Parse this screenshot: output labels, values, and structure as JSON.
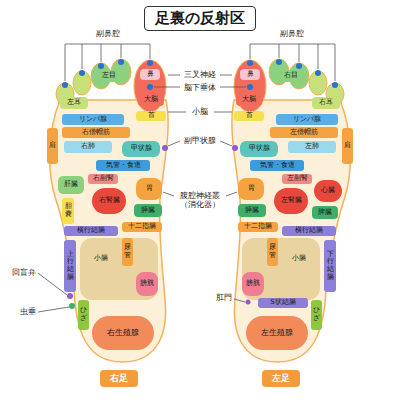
{
  "diagram": {
    "title": "足裏の反射区",
    "nodes": [
      {
        "text": [
          "鼻"
        ]
      },
      {
        "text": [
          "左目"
        ]
      },
      {
        "text": [
          "左耳"
        ]
      },
      {
        "text": [
          "大脳"
        ]
      },
      {
        "text": [
          "首"
        ]
      },
      {
        "text": [
          "リンパ腺"
        ]
      },
      {
        "text": [
          "右僧帽筋"
        ]
      },
      {
        "text": [
          "肩"
        ]
      },
      {
        "text": [
          "右肺"
        ]
      },
      {
        "text": [
          "甲状腺"
        ]
      },
      {
        "text": [
          "気管・食道"
        ]
      },
      {
        "text": [
          "右副腎"
        ]
      },
      {
        "text": [
          "肝臓"
        ]
      },
      {
        "text": [
          "右腎臓"
        ]
      },
      {
        "text": [
          "胃"
        ]
      },
      {
        "text": [
          "胆嚢"
        ]
      },
      {
        "text": [
          "膵臓"
        ]
      },
      {
        "text": [
          "横行結腸"
        ]
      },
      {
        "text": [
          "十二指腸"
        ]
      },
      {
        "text": [
          "上行結腸"
        ]
      },
      {
        "text": [
          "尿管"
        ]
      },
      {
        "text": [
          "小腸"
        ]
      },
      {
        "text": [
          "膀胱"
        ]
      },
      {
        "text": [
          "ひざ"
        ]
      },
      {
        "text": [
          "右生殖腺"
        ]
      },
      {
        "text": [
          "右足"
        ]
      },
      {
        "text": [
          "鼻"
        ]
      },
      {
        "text": [
          "右目"
        ]
      },
      {
        "text": [
          "右耳"
        ]
      },
      {
        "text": [
          "大脳"
        ]
      },
      {
        "text": [
          "首"
        ]
      },
      {
        "text": [
          "リンパ腺"
        ]
      },
      {
        "text": [
          "左僧帽筋"
        ]
      },
      {
        "text": [
          "肩"
        ]
      },
      {
        "text": [
          "左肺"
        ]
      },
      {
        "text": [
          "甲状腺"
        ]
      },
      {
        "text": [
          "気管・食道"
        ]
      },
      {
        "text": [
          "左副腎"
        ]
      },
      {
        "text": [
          "心臓"
        ]
      },
      {
        "text": [
          "左腎臓"
        ]
      },
      {
        "text": [
          "胃"
        ]
      },
      {
        "text": [
          "脾臓"
        ]
      },
      {
        "text": [
          "膵臓"
        ]
      },
      {
        "text": [
          "横行結腸"
        ]
      },
      {
        "text": [
          "十二指腸"
        ]
      },
      {
        "text": [
          "下行結腸"
        ]
      },
      {
        "text": [
          "尿管"
        ]
      },
      {
        "text": [
          "小腸"
        ]
      },
      {
        "text": [
          "S状結腸"
        ]
      },
      {
        "text": [
          "膀胱"
        ]
      },
      {
        "text": [
          "ひざ"
        ]
      },
      {
        "text": [
          "左生殖腺"
        ]
      },
      {
        "text": [
          "左足"
        ]
      }
    ],
    "labels": [
      "副鼻腔",
      "副鼻腔",
      "三叉神経",
      "脳下垂体",
      "小脳",
      "副甲状腺",
      "腹腔神経叢 （消化器）",
      "回盲弁",
      "虫垂",
      "肛門"
    ]
  }
}
